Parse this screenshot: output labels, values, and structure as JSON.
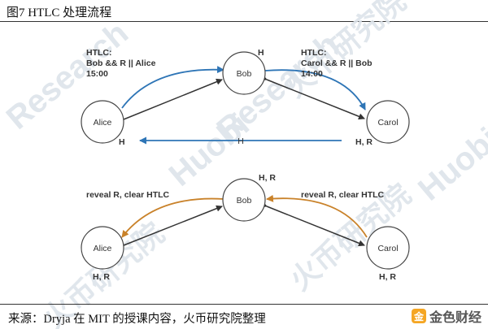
{
  "title": "图7 HTLC 处理流程",
  "source": "来源：Dryja 在 MIT 的授课内容，火币研究院整理",
  "logo": {
    "mark": "金",
    "text": "金色财经"
  },
  "watermarks": {
    "brand": "Huobi",
    "research": "Research",
    "cn": "火币研究院"
  },
  "colors": {
    "blue": "#2e75b6",
    "orange": "#c9822a",
    "dark": "#333333"
  },
  "top": {
    "nodes": {
      "alice": "Alice",
      "bob": "Bob",
      "carol": "Carol"
    },
    "htlc_left": {
      "line1": "HTLC:",
      "line2": "Bob && R || Alice",
      "line3": "15:00"
    },
    "htlc_right": {
      "line1": "HTLC:",
      "line2": "Carol && R || Bob",
      "line3": "14:00"
    },
    "bob_tag": "H",
    "alice_tag": "H",
    "carol_tag": "H, R",
    "arrow_label": "H"
  },
  "bottom": {
    "nodes": {
      "alice": "Alice",
      "bob": "Bob",
      "carol": "Carol"
    },
    "reveal_left": "reveal R, clear HTLC",
    "reveal_right": "reveal R, clear HTLC",
    "bob_tag": "H, R",
    "alice_tag": "H, R",
    "carol_tag": "H, R"
  }
}
